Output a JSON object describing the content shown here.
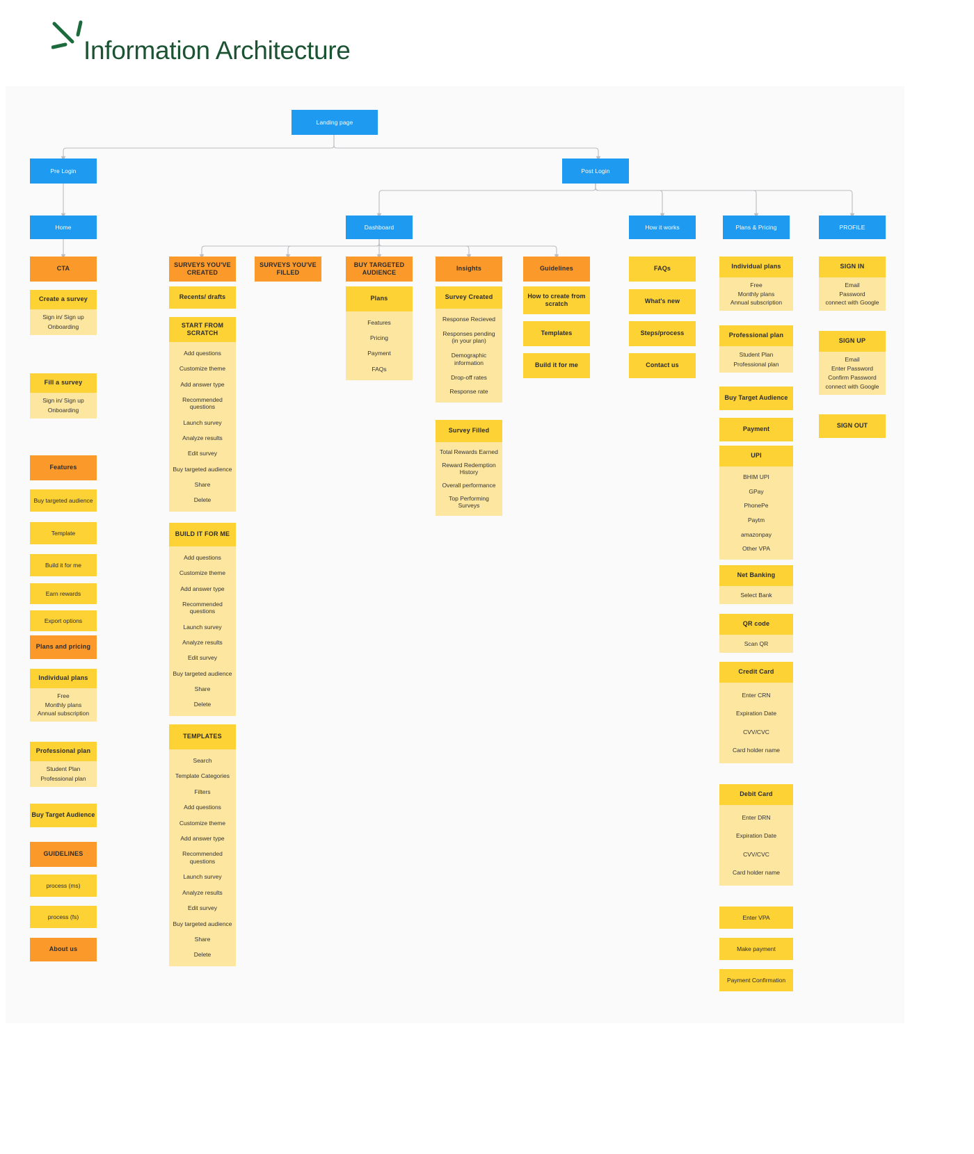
{
  "header": {
    "title": "Information Architecture",
    "logo_name": "spark-logo-icon",
    "brand_color": "#1c5433"
  },
  "palette": {
    "blue": "#1E9BF0",
    "orange": "#FB9A2B",
    "yellow": "#FDD235",
    "light_yellow": "#FCE6A0",
    "canvas": "#fafafa",
    "connector": "#b9bcc0"
  },
  "nodes": {
    "landing_page": "Landing page",
    "pre_login": "Pre Login",
    "post_login": "Post Login",
    "home": "Home",
    "dashboard": "Dashboard",
    "how_it_works": "How it works",
    "plans_pricing": "Plans & Pricing",
    "profile": "PROFILE",
    "cta": "CTA",
    "features": "Features",
    "plans_and_pricing": "Plans and pricing",
    "guidelines_left": "GUIDELINES",
    "about_us": "About us",
    "surveys_created": "SURVEYS YOU'VE CREATED",
    "surveys_filled": "SURVEYS YOU'VE FILLED",
    "buy_targeted_audience": "BUY TARGETED AUDIENCE",
    "insights": "Insights",
    "guidelines": "Guidelines",
    "recents_drafts": "Recents/ drafts"
  },
  "home_column": {
    "create_survey": {
      "head": "Create a survey",
      "items": [
        "Sign in/ Sign up",
        "Onboarding"
      ]
    },
    "fill_survey": {
      "head": "Fill a survey",
      "items": [
        "Sign in/ Sign up",
        "Onboarding"
      ]
    },
    "feature_items": [
      "Buy targeted audience",
      "Template",
      "Build it for me",
      "Earn rewards",
      "Export options"
    ],
    "individual_plans": {
      "head": "Individual plans",
      "items": [
        "Free",
        "Monthly plans",
        "Annual subscription"
      ]
    },
    "professional_plan": {
      "head": "Professional plan",
      "items": [
        "Student Plan",
        "Professional plan"
      ]
    },
    "buy_target_audience": "Buy Target Audience",
    "guideline_items": [
      "process (ms)",
      "process (fs)"
    ]
  },
  "surveys_created_column": {
    "start_from_scratch": {
      "head": "START FROM SCRATCH",
      "items": [
        "Add questions",
        "Customize theme",
        "Add answer type",
        "Recommended questions",
        "Launch survey",
        "Analyze results",
        "Edit survey",
        "Buy targeted audience",
        "Share",
        "Delete"
      ]
    },
    "build_it_for_me": {
      "head": "BUILD IT FOR ME",
      "items": [
        "Add questions",
        "Customize theme",
        "Add answer type",
        "Recommended questions",
        "Launch survey",
        "Analyze results",
        "Edit survey",
        "Buy targeted audience",
        "Share",
        "Delete"
      ]
    },
    "templates": {
      "head": "TEMPLATES",
      "items": [
        "Search",
        "Template Categories",
        "Filters",
        "Add questions",
        "Customize theme",
        "Add answer type",
        "Recommended questions",
        "Launch survey",
        "Analyze results",
        "Edit survey",
        "Buy targeted audience",
        "Share",
        "Delete"
      ]
    }
  },
  "buy_audience_column": {
    "plans": {
      "head": "Plans",
      "items": [
        "Features",
        "Pricing",
        "Payment",
        "FAQs"
      ]
    }
  },
  "insights_column": {
    "survey_created": {
      "head": "Survey Created",
      "items": [
        "Response Recieved",
        "Responses pending (in your plan)",
        "Demographic information",
        "Drop-off rates",
        "Response rate"
      ]
    },
    "survey_filled": {
      "head": "Survey Filled",
      "items": [
        "Total Rewards Earned",
        "Reward Redemption History",
        "Overall performance",
        "Top Performing Surveys"
      ]
    }
  },
  "guidelines_column": {
    "items": [
      "How to create from scratch",
      "Templates",
      "Build it for me"
    ]
  },
  "how_it_works_column": {
    "items": [
      "FAQs",
      "What's new",
      "Steps/process",
      "Contact us"
    ]
  },
  "plans_pricing_column": {
    "individual_plans": {
      "head": "Individual plans",
      "items": [
        "Free",
        "Monthly plans",
        "Annual subscription"
      ]
    },
    "professional_plan": {
      "head": "Professional plan",
      "items": [
        "Student Plan",
        "Professional plan"
      ]
    },
    "buy_target_audience": "Buy Target Audience",
    "payment": "Payment",
    "upi": {
      "head": "UPI",
      "items": [
        "BHIM UPI",
        "GPay",
        "PhonePe",
        "Paytm",
        "amazonpay",
        "Other VPA"
      ]
    },
    "net_banking": {
      "head": "Net Banking",
      "items": [
        "Select Bank"
      ]
    },
    "qr_code": {
      "head": "QR code",
      "items": [
        "Scan QR"
      ]
    },
    "credit_card": {
      "head": "Credit Card",
      "items": [
        "Enter CRN",
        "Expiration Date",
        "CVV/CVC",
        "Card holder name"
      ]
    },
    "debit_card": {
      "head": "Debit Card",
      "items": [
        "Enter DRN",
        "Expiration Date",
        "CVV/CVC",
        "Card holder name"
      ]
    },
    "enter_vpa": "Enter VPA",
    "make_payment": "Make payment",
    "payment_confirmation": "Payment Confirmation"
  },
  "profile_column": {
    "sign_in": {
      "head": "SIGN IN",
      "items": [
        "Email",
        "Password",
        "connect with Google"
      ]
    },
    "sign_up": {
      "head": "SIGN UP",
      "items": [
        "Email",
        "Enter Password",
        "Confirm Password",
        "connect with Google"
      ]
    },
    "sign_out": "SIGN OUT"
  }
}
